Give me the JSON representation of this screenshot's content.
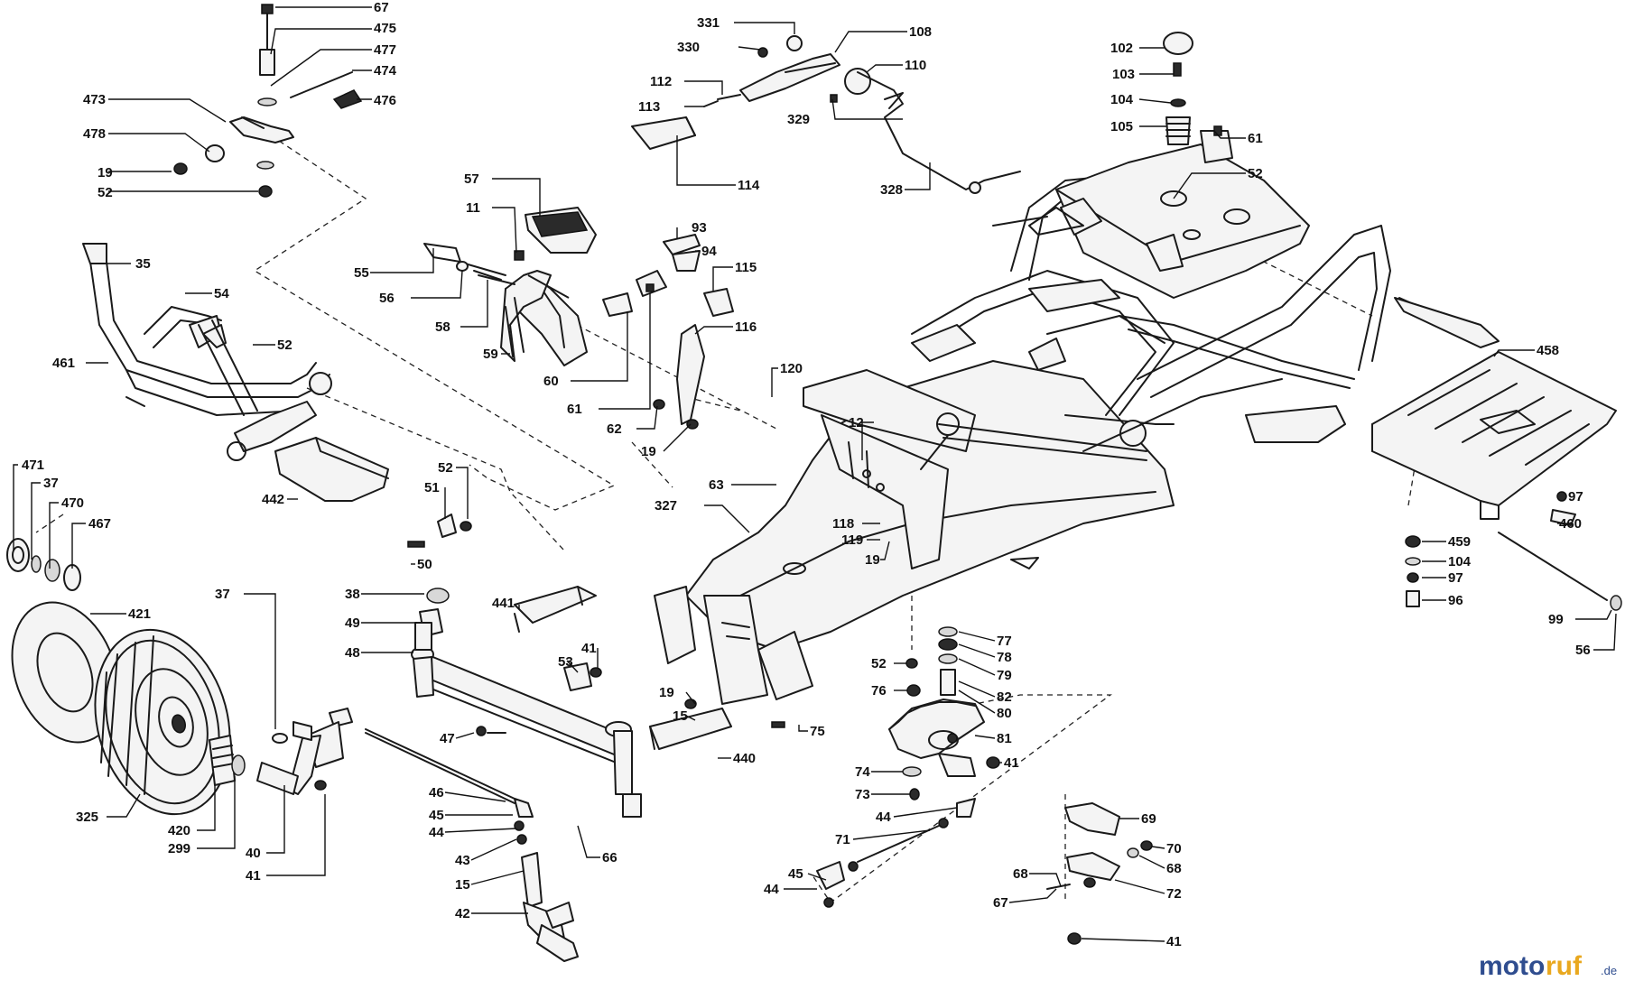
{
  "diagram": {
    "callouts": [
      {
        "id": "c-67a",
        "text": "67"
      },
      {
        "id": "c-475",
        "text": "475"
      },
      {
        "id": "c-477",
        "text": "477"
      },
      {
        "id": "c-474",
        "text": "474"
      },
      {
        "id": "c-473",
        "text": "473"
      },
      {
        "id": "c-476",
        "text": "476"
      },
      {
        "id": "c-478",
        "text": "478"
      },
      {
        "id": "c-19a",
        "text": "19"
      },
      {
        "id": "c-52a",
        "text": "52"
      },
      {
        "id": "c-35",
        "text": "35"
      },
      {
        "id": "c-54",
        "text": "54"
      },
      {
        "id": "c-52b",
        "text": "52"
      },
      {
        "id": "c-461",
        "text": "461"
      },
      {
        "id": "c-471",
        "text": "471"
      },
      {
        "id": "c-37a",
        "text": "37"
      },
      {
        "id": "c-470",
        "text": "470"
      },
      {
        "id": "c-467",
        "text": "467"
      },
      {
        "id": "c-421",
        "text": "421"
      },
      {
        "id": "c-325",
        "text": "325"
      },
      {
        "id": "c-420",
        "text": "420"
      },
      {
        "id": "c-299",
        "text": "299"
      },
      {
        "id": "c-40",
        "text": "40"
      },
      {
        "id": "c-41a",
        "text": "41"
      },
      {
        "id": "c-37b",
        "text": "37"
      },
      {
        "id": "c-442",
        "text": "442"
      },
      {
        "id": "c-51",
        "text": "51"
      },
      {
        "id": "c-52c",
        "text": "52"
      },
      {
        "id": "c-50",
        "text": "50"
      },
      {
        "id": "c-38",
        "text": "38"
      },
      {
        "id": "c-49",
        "text": "49"
      },
      {
        "id": "c-48",
        "text": "48"
      },
      {
        "id": "c-441",
        "text": "441"
      },
      {
        "id": "c-47",
        "text": "47"
      },
      {
        "id": "c-46",
        "text": "46"
      },
      {
        "id": "c-45a",
        "text": "45"
      },
      {
        "id": "c-44a",
        "text": "44"
      },
      {
        "id": "c-43",
        "text": "43"
      },
      {
        "id": "c-15a",
        "text": "15"
      },
      {
        "id": "c-42",
        "text": "42"
      },
      {
        "id": "c-53",
        "text": "53"
      },
      {
        "id": "c-41b",
        "text": "41"
      },
      {
        "id": "c-66",
        "text": "66"
      },
      {
        "id": "c-19b",
        "text": "19"
      },
      {
        "id": "c-15b",
        "text": "15"
      },
      {
        "id": "c-440",
        "text": "440"
      },
      {
        "id": "c-75",
        "text": "75"
      },
      {
        "id": "c-55",
        "text": "55"
      },
      {
        "id": "c-56a",
        "text": "56"
      },
      {
        "id": "c-58",
        "text": "58"
      },
      {
        "id": "c-59",
        "text": "59"
      },
      {
        "id": "c-57",
        "text": "57"
      },
      {
        "id": "c-11",
        "text": "11"
      },
      {
        "id": "c-60",
        "text": "60"
      },
      {
        "id": "c-61a",
        "text": "61"
      },
      {
        "id": "c-62",
        "text": "62"
      },
      {
        "id": "c-19c",
        "text": "19"
      },
      {
        "id": "c-93",
        "text": "93"
      },
      {
        "id": "c-94",
        "text": "94"
      },
      {
        "id": "c-115",
        "text": "115"
      },
      {
        "id": "c-116",
        "text": "116"
      },
      {
        "id": "c-331",
        "text": "331"
      },
      {
        "id": "c-330",
        "text": "330"
      },
      {
        "id": "c-108",
        "text": "108"
      },
      {
        "id": "c-110",
        "text": "110"
      },
      {
        "id": "c-112",
        "text": "112"
      },
      {
        "id": "c-113",
        "text": "113"
      },
      {
        "id": "c-329",
        "text": "329"
      },
      {
        "id": "c-114",
        "text": "114"
      },
      {
        "id": "c-328",
        "text": "328"
      },
      {
        "id": "c-102",
        "text": "102"
      },
      {
        "id": "c-103",
        "text": "103"
      },
      {
        "id": "c-104a",
        "text": "104"
      },
      {
        "id": "c-105",
        "text": "105"
      },
      {
        "id": "c-61b",
        "text": "61"
      },
      {
        "id": "c-52d",
        "text": "52"
      },
      {
        "id": "c-120",
        "text": "120"
      },
      {
        "id": "c-12",
        "text": "12"
      },
      {
        "id": "c-63",
        "text": "63"
      },
      {
        "id": "c-327",
        "text": "327"
      },
      {
        "id": "c-118",
        "text": "118"
      },
      {
        "id": "c-119",
        "text": "119"
      },
      {
        "id": "c-19d",
        "text": "19"
      },
      {
        "id": "c-458",
        "text": "458"
      },
      {
        "id": "c-97a",
        "text": "97"
      },
      {
        "id": "c-460",
        "text": "460"
      },
      {
        "id": "c-459",
        "text": "459"
      },
      {
        "id": "c-104b",
        "text": "104"
      },
      {
        "id": "c-97b",
        "text": "97"
      },
      {
        "id": "c-96",
        "text": "96"
      },
      {
        "id": "c-99",
        "text": "99"
      },
      {
        "id": "c-56b",
        "text": "56"
      },
      {
        "id": "c-77",
        "text": "77"
      },
      {
        "id": "c-78",
        "text": "78"
      },
      {
        "id": "c-79",
        "text": "79"
      },
      {
        "id": "c-82",
        "text": "82"
      },
      {
        "id": "c-80",
        "text": "80"
      },
      {
        "id": "c-52e",
        "text": "52"
      },
      {
        "id": "c-76",
        "text": "76"
      },
      {
        "id": "c-81",
        "text": "81"
      },
      {
        "id": "c-74",
        "text": "74"
      },
      {
        "id": "c-41c",
        "text": "41"
      },
      {
        "id": "c-73",
        "text": "73"
      },
      {
        "id": "c-44b",
        "text": "44"
      },
      {
        "id": "c-71",
        "text": "71"
      },
      {
        "id": "c-45b",
        "text": "45"
      },
      {
        "id": "c-44c",
        "text": "44"
      },
      {
        "id": "c-69",
        "text": "69"
      },
      {
        "id": "c-70",
        "text": "70"
      },
      {
        "id": "c-68a",
        "text": "68"
      },
      {
        "id": "c-68b",
        "text": "68"
      },
      {
        "id": "c-72",
        "text": "72"
      },
      {
        "id": "c-67b",
        "text": "67"
      },
      {
        "id": "c-41d",
        "text": "41"
      }
    ]
  },
  "watermark": {
    "brand_a": "moto",
    "brand_b": "ruf",
    "suffix": ".de"
  },
  "colors": {
    "ink": "#1a1a1a",
    "brand_blue": "#2f4d8f",
    "brand_orange": "#e9a81f"
  }
}
